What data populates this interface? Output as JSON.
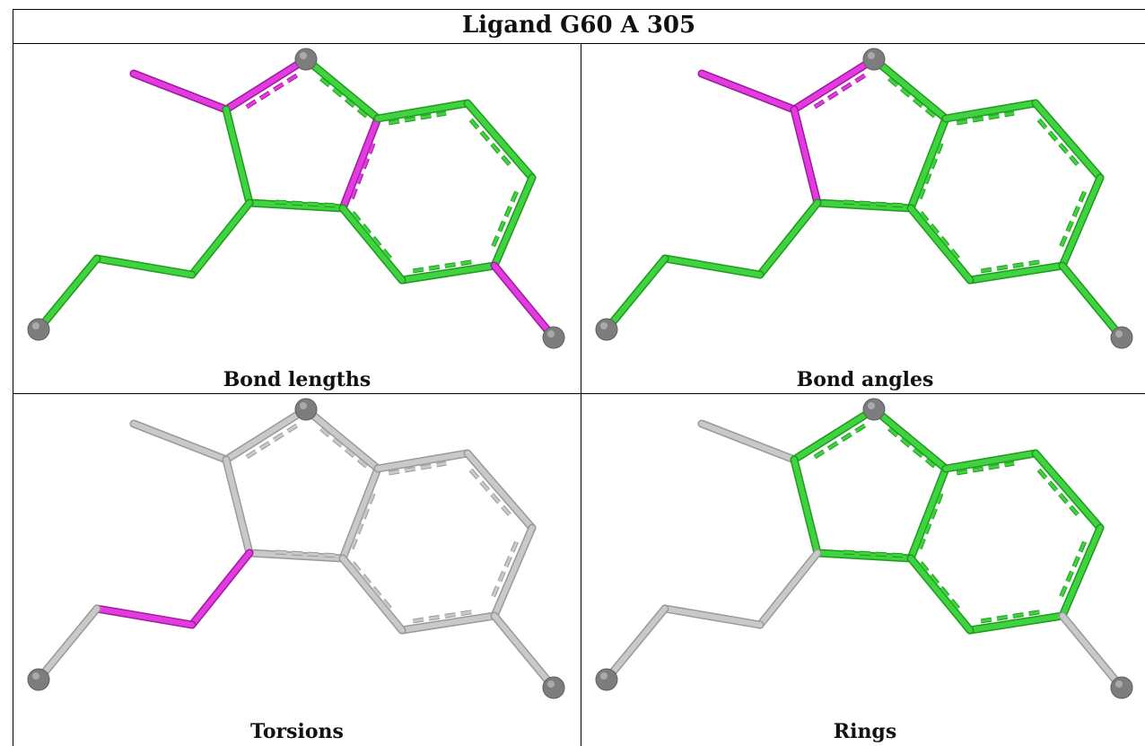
{
  "title": "Ligand G60 A 305",
  "colors": {
    "green": "#3fd33f",
    "green_edge": "#1f9a1f",
    "magenta": "#e23be0",
    "magenta_edge": "#a11a9f",
    "gray": "#c9c9c9",
    "gray_edge": "#9a9a9a",
    "atom": "#7d7d7d"
  },
  "panels": [
    {
      "caption": "Bond lengths"
    },
    {
      "caption": "Bond angles"
    },
    {
      "caption": "Torsions"
    },
    {
      "caption": "Rings"
    }
  ]
}
